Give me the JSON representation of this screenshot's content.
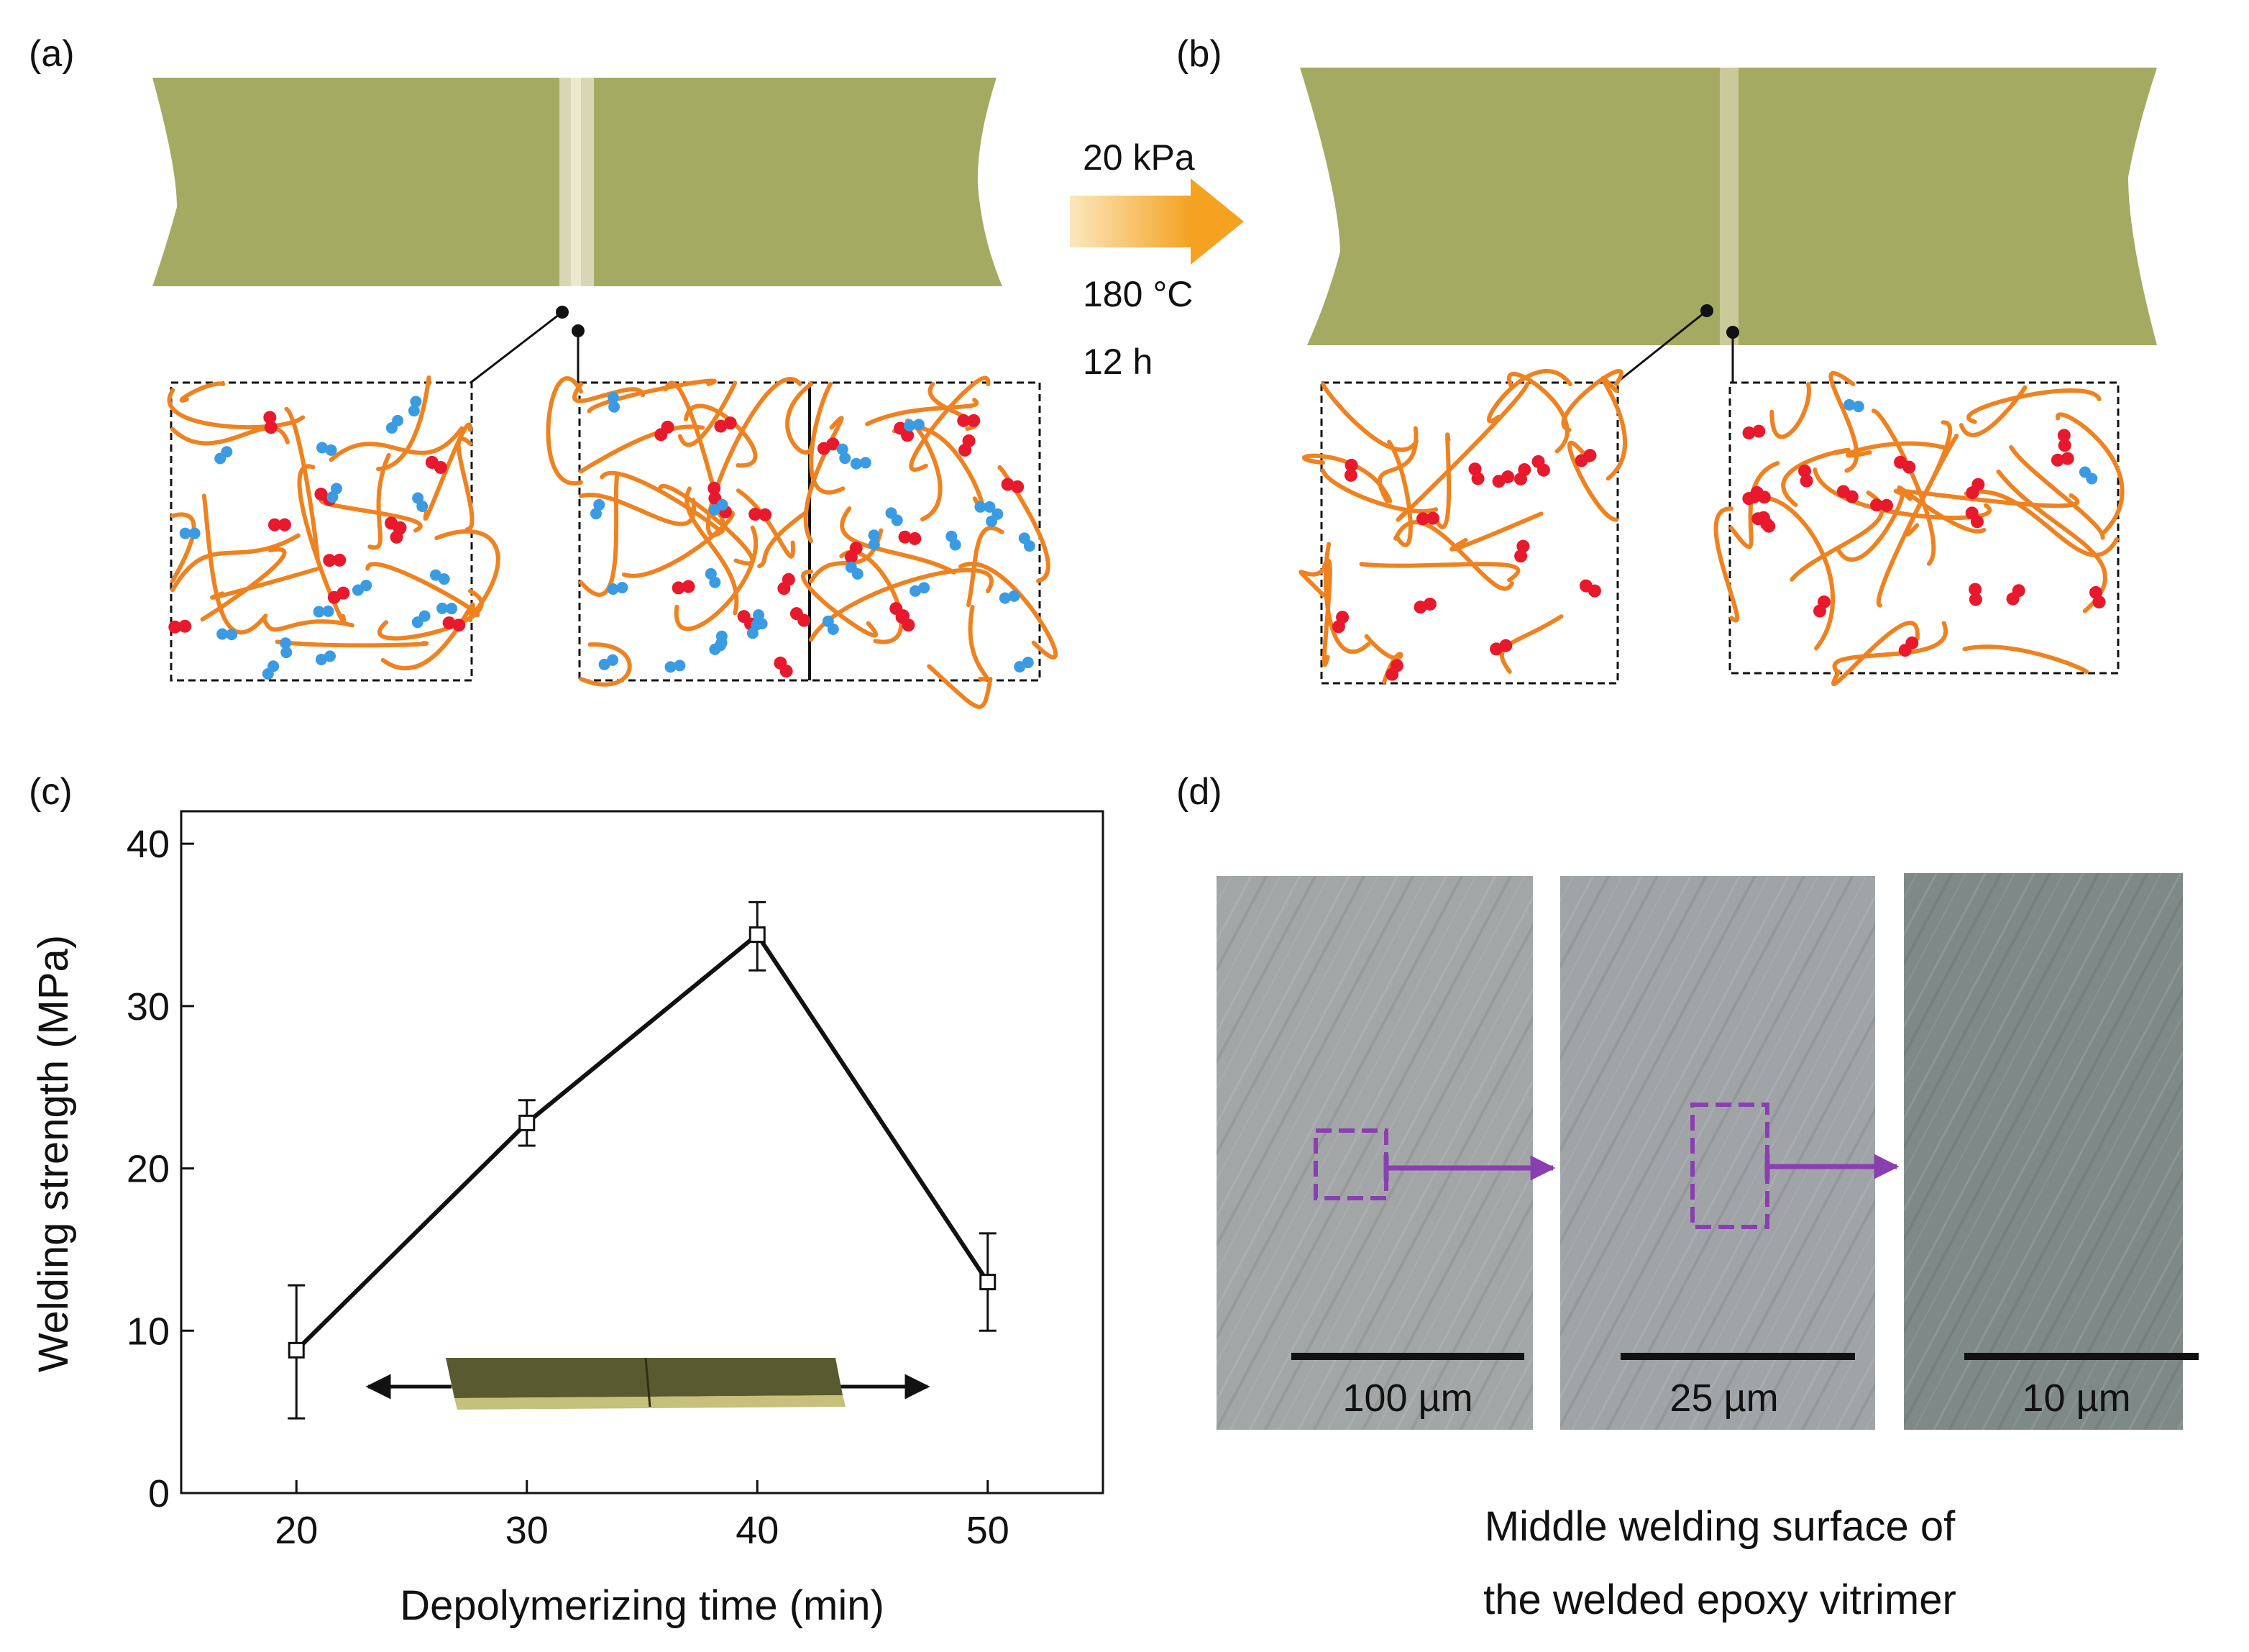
{
  "panels": {
    "a": {
      "label": "(a)"
    },
    "b": {
      "label": "(b)"
    },
    "c": {
      "label": "(c)"
    },
    "d": {
      "label": "(d)"
    }
  },
  "conditions": {
    "pressure": "20 kPa",
    "temperature": "180 °C",
    "time": "12 h"
  },
  "colors": {
    "sample": "#a5aa63",
    "weld_seam": "#d8d6b4",
    "chain": "#ef8220",
    "bond_red": "#e8192c",
    "bond_blue": "#3b9be2",
    "arrow_start": "#fbe3b0",
    "arrow_end": "#f4a521",
    "purple": "#8a3fb0",
    "micrograph": "#9ea2a2",
    "micrograph_dark": "#7b8584"
  },
  "chart_data": {
    "type": "line",
    "x": [
      20,
      30,
      40,
      50
    ],
    "y": [
      8.8,
      22.8,
      34.4,
      13.0
    ],
    "err_low": [
      4.2,
      1.4,
      2.2,
      3.0
    ],
    "err_high": [
      4.0,
      1.4,
      2.0,
      3.0
    ],
    "xlabel": "Depolymerizing time (min)",
    "ylabel": "Welding strength (MPa)",
    "xlim": [
      15,
      55
    ],
    "ylim": [
      0,
      42
    ],
    "xticks": [
      20,
      30,
      40,
      50
    ],
    "yticks": [
      0,
      10,
      20,
      30,
      40
    ],
    "grid": false
  },
  "micrographs": {
    "scale_bars": [
      "100 µm",
      "25 µm",
      "10 µm"
    ],
    "caption_line1": "Middle welding surface of",
    "caption_line2": "the welded epoxy vitrimer"
  }
}
